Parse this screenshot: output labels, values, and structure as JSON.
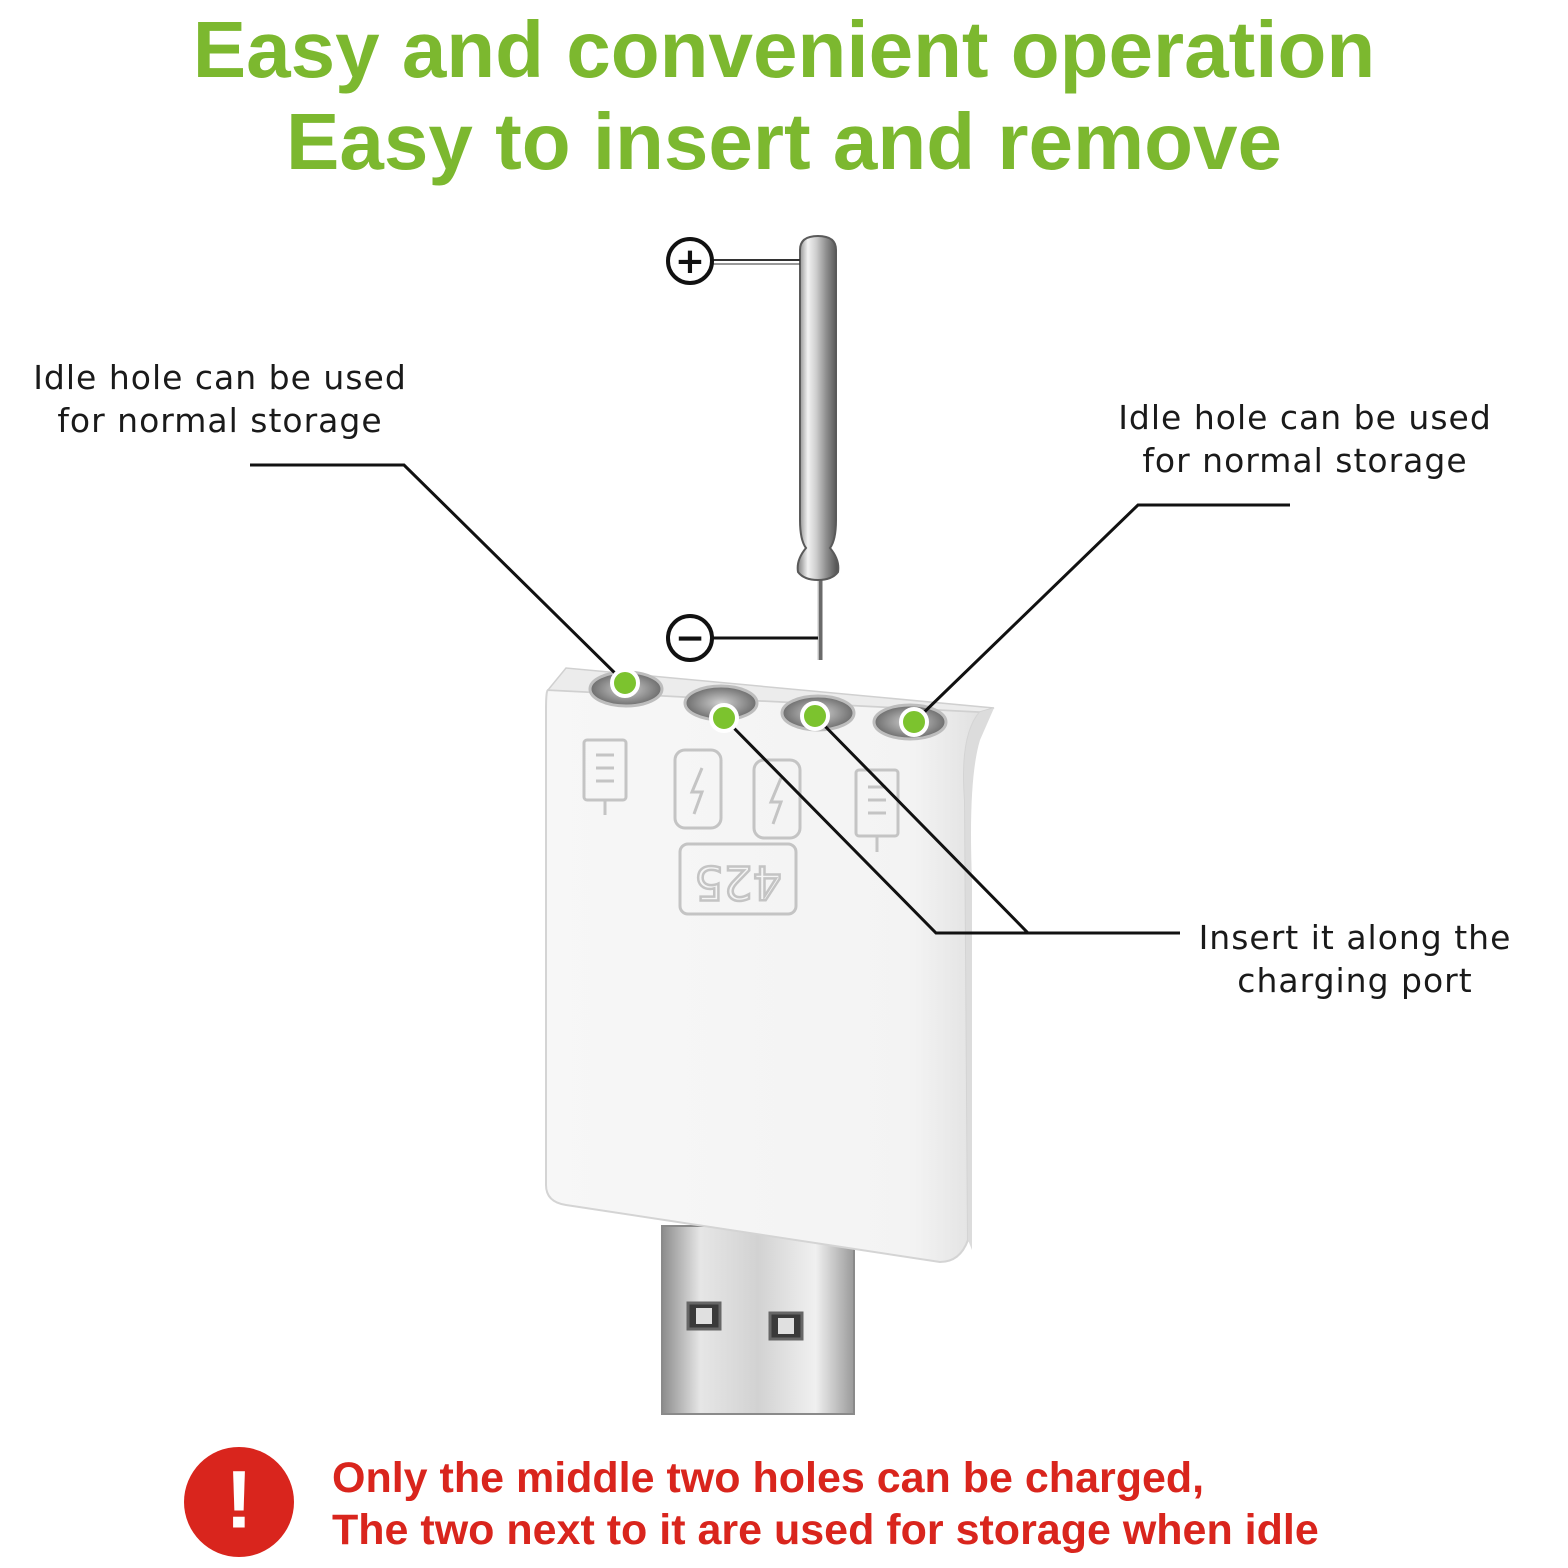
{
  "colors": {
    "headline_green": "#7cb82f",
    "warning_red": "#d9251d",
    "marker_green": "#7cc32e",
    "leader_line": "#111111"
  },
  "headline": {
    "line1": "Easy and convenient operation",
    "line2": "Easy to insert and remove"
  },
  "callouts": {
    "idle_left": {
      "line1": "Idle hole can be used",
      "line2": "for normal storage"
    },
    "idle_right": {
      "line1": "Idle hole can be used",
      "line2": "for normal storage"
    },
    "insert": {
      "line1": "Insert it along the",
      "line2": "charging port"
    }
  },
  "polarity": {
    "positive": "+",
    "negative": "−"
  },
  "device": {
    "slot_icons": [
      "battery-icon",
      "lightning-icon",
      "lightning-icon",
      "battery-icon"
    ],
    "model_label": "425"
  },
  "warning": {
    "icon": "!",
    "line1": "Only the middle two holes can be charged,",
    "line2": "The two next to it are used for storage when idle"
  }
}
